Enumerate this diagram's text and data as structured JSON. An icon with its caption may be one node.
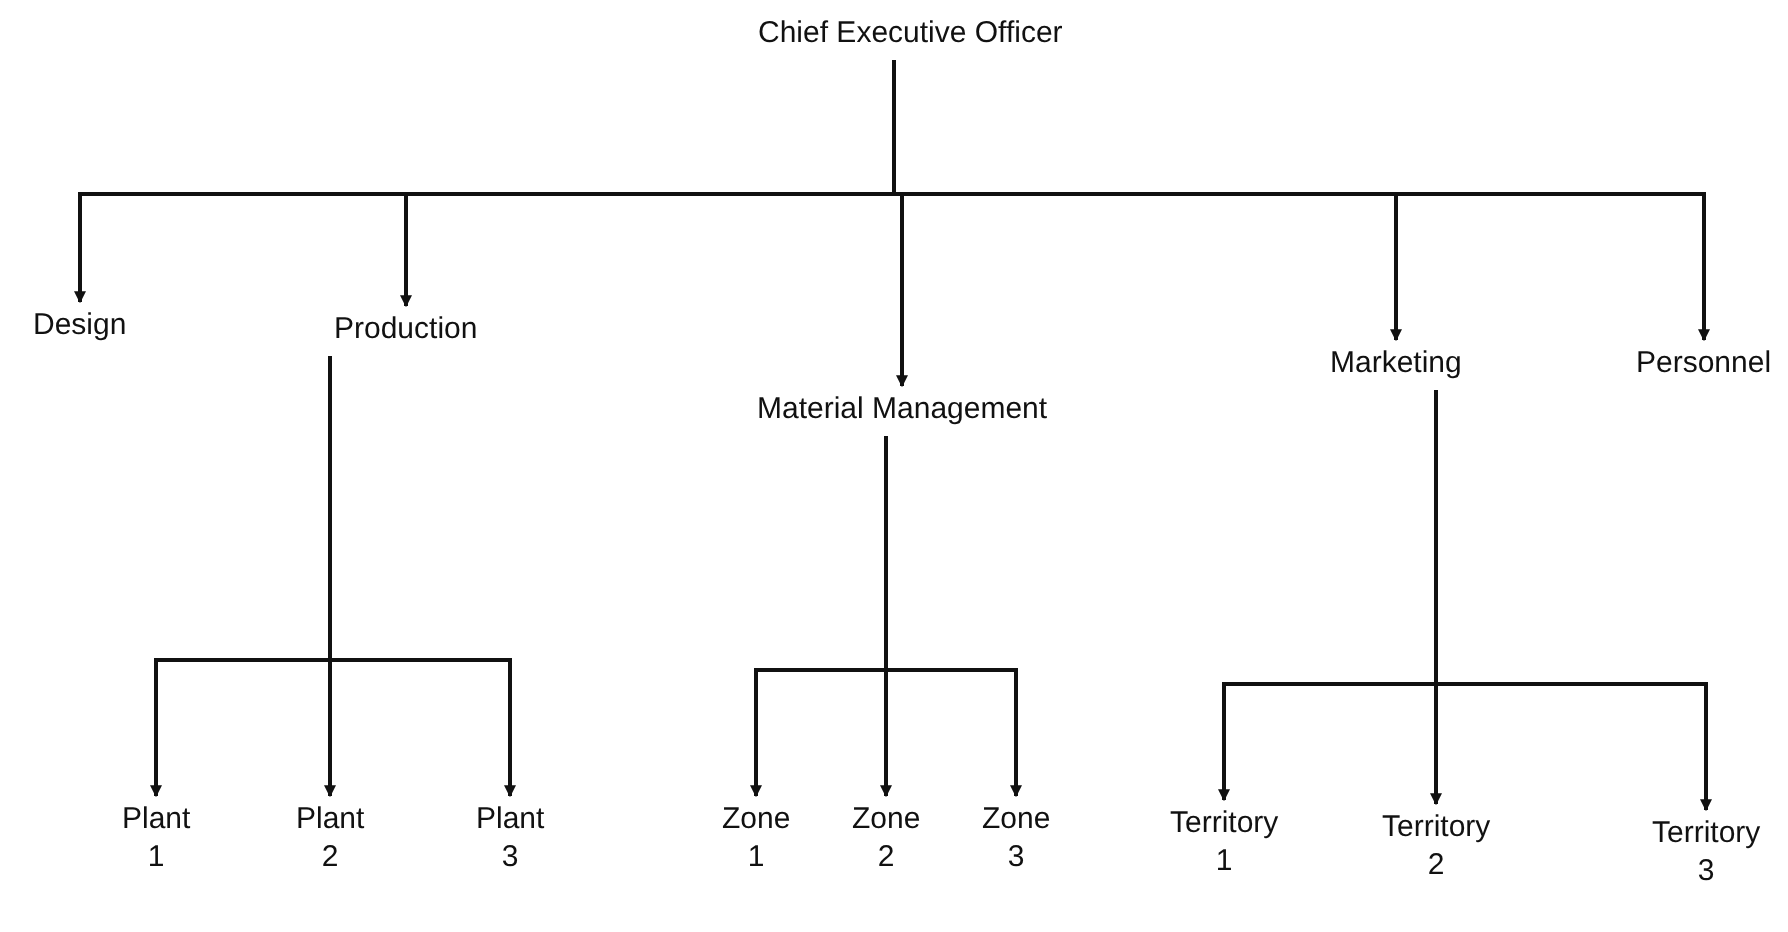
{
  "diagram": {
    "nodes": [
      {
        "text": [
          "Chief Executive Officer"
        ]
      },
      {
        "text": [
          "Design"
        ]
      },
      {
        "text": [
          "Production"
        ]
      },
      {
        "text": [
          "Material Management"
        ]
      },
      {
        "text": [
          "Marketing"
        ]
      },
      {
        "text": [
          "Personnel"
        ]
      },
      {
        "text": [
          "Plant 1"
        ]
      },
      {
        "text": [
          "Plant 2"
        ]
      },
      {
        "text": [
          "Plant 3"
        ]
      },
      {
        "text": [
          "Zone 1"
        ]
      },
      {
        "text": [
          "Zone 2"
        ]
      },
      {
        "text": [
          "Zone 3"
        ]
      },
      {
        "text": [
          "Territory 1"
        ]
      },
      {
        "text": [
          "Territory 2"
        ]
      },
      {
        "text": [
          "Territory 3"
        ]
      }
    ],
    "edges": [
      {
        "from": 0,
        "to": 1,
        "arrow": "to"
      },
      {
        "from": 0,
        "to": 2,
        "arrow": "to"
      },
      {
        "from": 0,
        "to": 3,
        "arrow": "to"
      },
      {
        "from": 0,
        "to": 4,
        "arrow": "to"
      },
      {
        "from": 0,
        "to": 5,
        "arrow": "to"
      },
      {
        "from": 2,
        "to": 6,
        "arrow": "to"
      },
      {
        "from": 2,
        "to": 7,
        "arrow": "to"
      },
      {
        "from": 2,
        "to": 8,
        "arrow": "to"
      },
      {
        "from": 3,
        "to": 9,
        "arrow": "to"
      },
      {
        "from": 3,
        "to": 10,
        "arrow": "to"
      },
      {
        "from": 3,
        "to": 11,
        "arrow": "to"
      },
      {
        "from": 4,
        "to": 12,
        "arrow": "to"
      },
      {
        "from": 4,
        "to": 13,
        "arrow": "to"
      },
      {
        "from": 4,
        "to": 14,
        "arrow": "to"
      }
    ]
  }
}
